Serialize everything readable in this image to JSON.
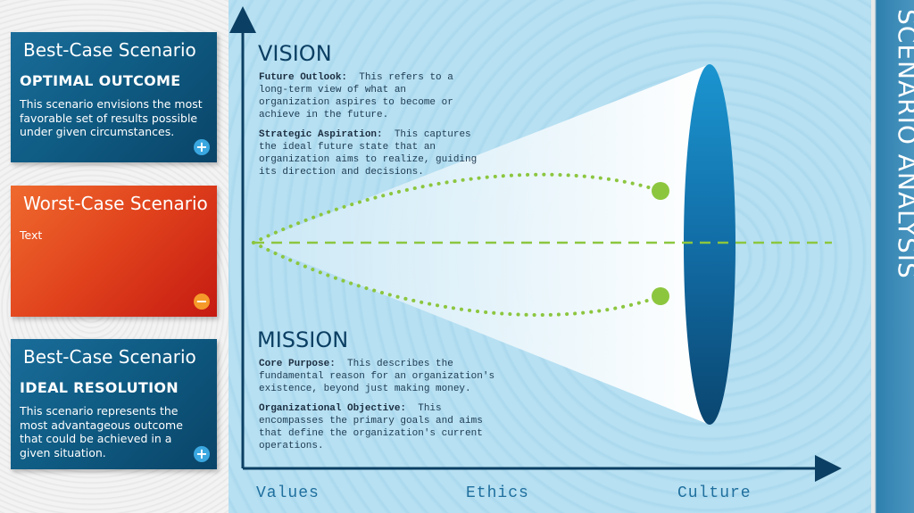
{
  "cards": [
    {
      "title": "Best-Case Scenario",
      "subtitle": "OPTIMAL OUTCOME",
      "body": "This scenario envisions the most favorable set of results possible under given circumstances.",
      "icon": "plus-icon",
      "color": "#0f5c84"
    },
    {
      "title": "Worst-Case Scenario",
      "subtitle": "",
      "body": "Text",
      "icon": "minus-icon",
      "color": "#e0411c"
    },
    {
      "title": "Best-Case Scenario",
      "subtitle": "IDEAL RESOLUTION",
      "body": "This scenario represents the most advantageous outcome that could be achieved in a given situation.",
      "icon": "plus-icon",
      "color": "#0f5c84"
    }
  ],
  "vision": {
    "heading": "VISION",
    "items": [
      {
        "term": "Future Outlook:",
        "text": "This refers to a long-term view of what an organization aspires to become or achieve in the future."
      },
      {
        "term": "Strategic Aspiration:",
        "text": "This captures the ideal future state that an organization aims to realize, guiding its direction and decisions."
      }
    ]
  },
  "mission": {
    "heading": "MISSION",
    "items": [
      {
        "term": "Core Purpose:",
        "text": "This describes the fundamental reason for an organization's existence, beyond just making money."
      },
      {
        "term": "Organizational Objective:",
        "text": "This encompasses the primary goals and aims that define the organization's current operations."
      }
    ]
  },
  "axis_labels": [
    "Values",
    "Ethics",
    "Culture"
  ],
  "side_title": "SCENARIO ANALYSIS",
  "colors": {
    "accent_green": "#8cc63f",
    "axis_navy": "#0b3f63",
    "cone_blue": "#1a7fb8"
  }
}
